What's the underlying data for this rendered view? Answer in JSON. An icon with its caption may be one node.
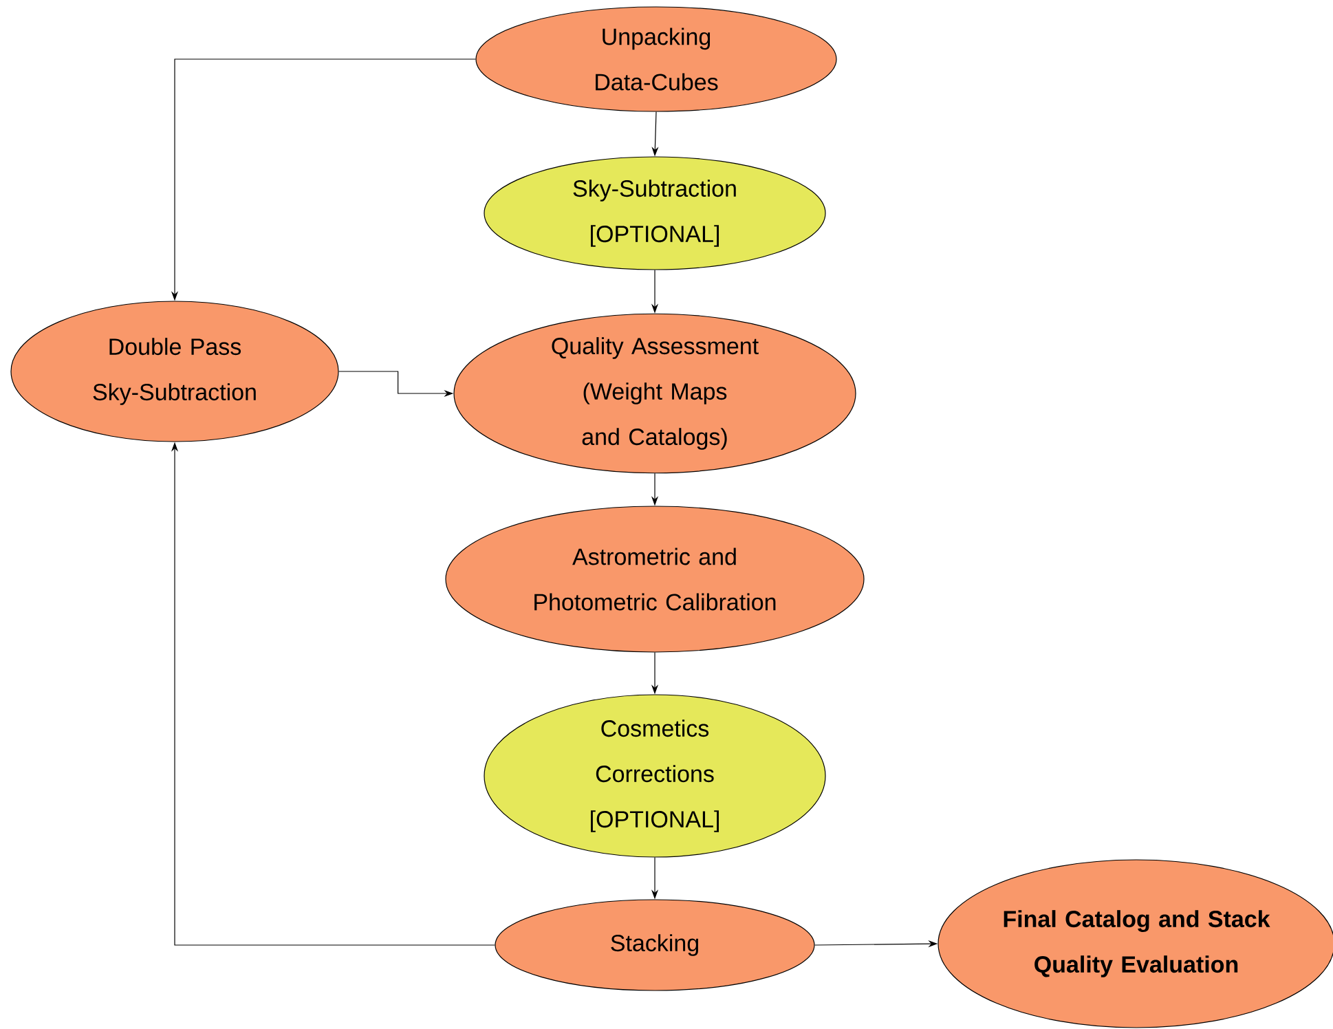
{
  "diagram": {
    "nodes": [
      {
        "text": [
          "Unpacking Data-Cubes"
        ]
      },
      {
        "text": [
          "Sky-Subtraction [OPTIONAL]"
        ]
      },
      {
        "text": [
          "Double Pass Sky-Subtraction"
        ]
      },
      {
        "text": [
          "Quality Assessment (Weight Maps and Catalogs)"
        ]
      },
      {
        "text": [
          "Astrometric and Photometric Calibration"
        ]
      },
      {
        "text": [
          "Cosmetics Corrections [OPTIONAL]"
        ]
      },
      {
        "text": [
          "Stacking"
        ]
      },
      {
        "text": [
          "Final Catalog and Stack Quality Evaluation"
        ]
      }
    ],
    "edges": [
      {
        "from": 0,
        "to": 1,
        "arrow": "to"
      },
      {
        "from": 1,
        "to": 3,
        "arrow": "to"
      },
      {
        "from": 3,
        "to": 4,
        "arrow": "to"
      },
      {
        "from": 4,
        "to": 5,
        "arrow": "to"
      },
      {
        "from": 5,
        "to": 6,
        "arrow": "to"
      },
      {
        "from": 6,
        "to": 7,
        "arrow": "to"
      },
      {
        "from": 0,
        "to": 2,
        "arrow": "to"
      },
      {
        "from": 2,
        "to": 3,
        "arrow": "to"
      },
      {
        "from": 6,
        "to": 2,
        "arrow": "to"
      }
    ]
  }
}
